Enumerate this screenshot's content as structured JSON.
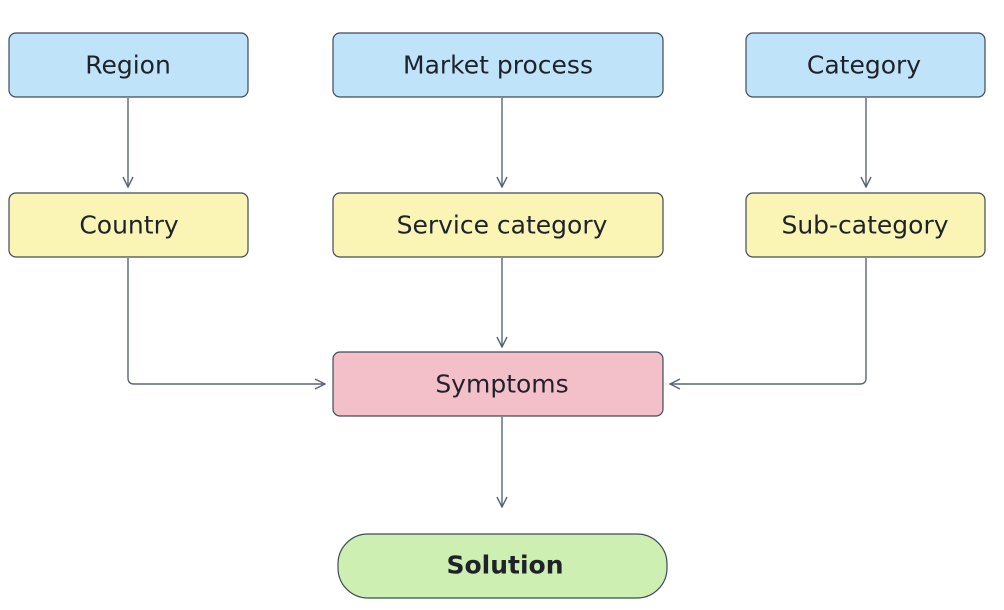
{
  "colors": {
    "top": "#bfe3f8",
    "middle": "#faf4b5",
    "symptoms": "#f3c0ca",
    "solution": "#cdefb2",
    "border": "#3f4a5a",
    "arrow": "#5a6476"
  },
  "nodes": {
    "region": "Region",
    "market_process": "Market process",
    "category": "Category",
    "country": "Country",
    "service_category": "Service category",
    "sub_category": "Sub-category",
    "symptoms": "Symptoms",
    "solution": "Solution"
  }
}
